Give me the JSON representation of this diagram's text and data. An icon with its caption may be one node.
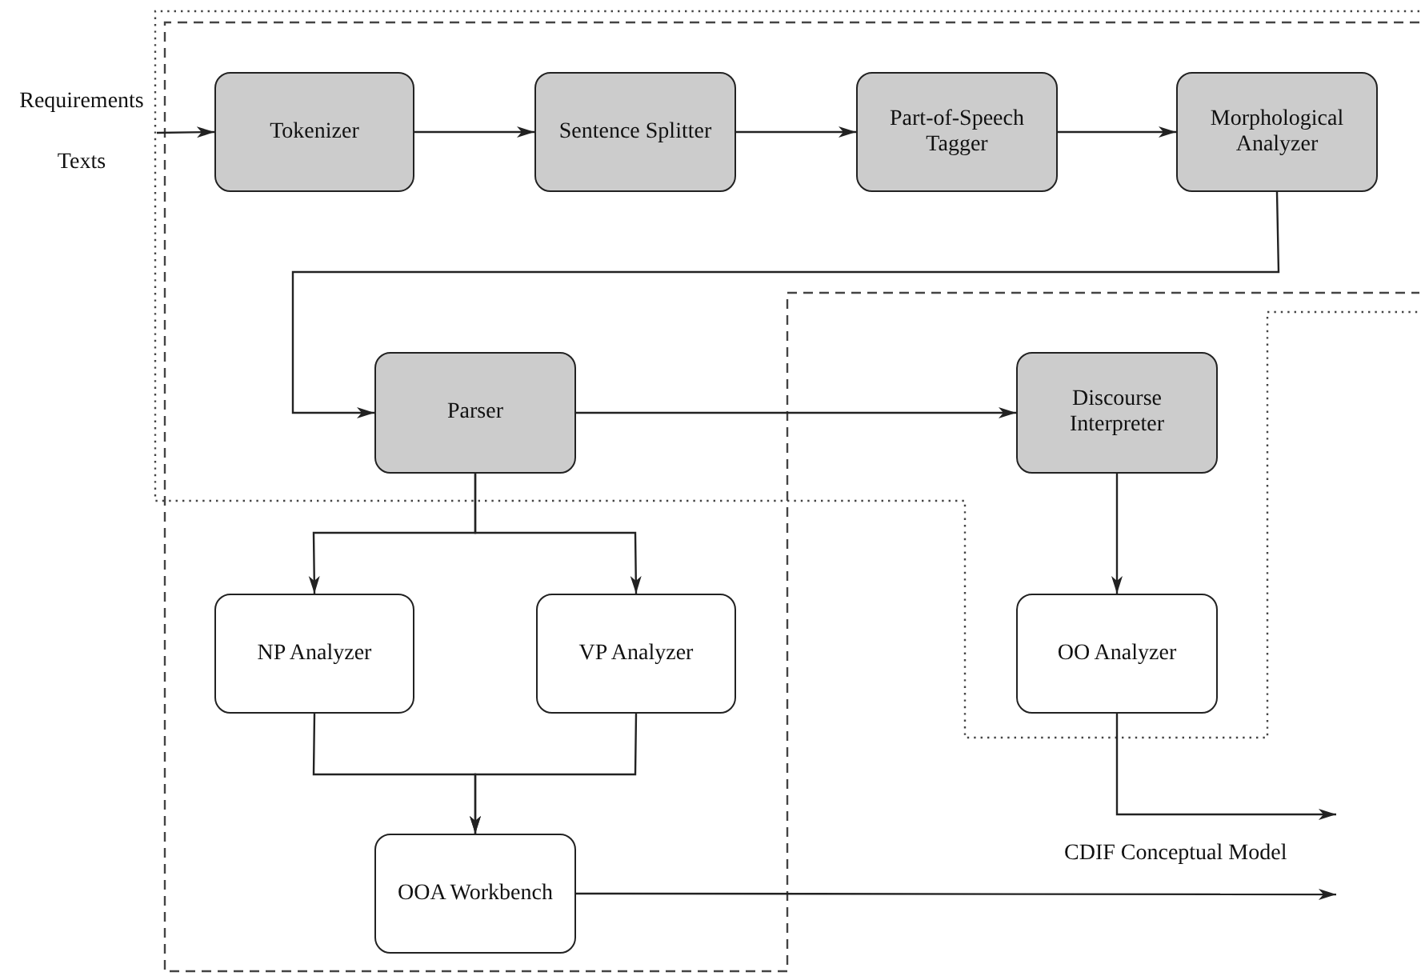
{
  "diagram": {
    "nodes": [
      {
        "text": [
          "Tokenizer"
        ]
      },
      {
        "text": [
          "Sentence Splitter"
        ]
      },
      {
        "text": [
          "Part-of-Speech Tagger"
        ]
      },
      {
        "text": [
          "Morphological Analyzer"
        ]
      },
      {
        "text": [
          "Parser"
        ]
      },
      {
        "text": [
          "Discourse Interpreter"
        ]
      },
      {
        "text": [
          "NP Analyzer"
        ]
      },
      {
        "text": [
          "VP Analyzer"
        ]
      },
      {
        "text": [
          "OO Analyzer"
        ]
      },
      {
        "text": [
          "OOA Workbench"
        ]
      },
      {
        "text": [
          "Requirements Texts"
        ]
      }
    ],
    "edges": [
      {
        "from": 10,
        "to": 0,
        "arrow": "to"
      },
      {
        "from": 0,
        "to": 1,
        "arrow": "to"
      },
      {
        "from": 1,
        "to": 2,
        "arrow": "to"
      },
      {
        "from": 2,
        "to": 3,
        "arrow": "to"
      },
      {
        "from": 3,
        "to": 4,
        "arrow": "to"
      },
      {
        "from": 4,
        "to": 5,
        "arrow": "to"
      },
      {
        "from": 4,
        "to": 6,
        "arrow": "to"
      },
      {
        "from": 4,
        "to": 7,
        "arrow": "to"
      },
      {
        "from": 6,
        "to": 9,
        "arrow": "to"
      },
      {
        "from": 7,
        "to": 9,
        "arrow": "to"
      },
      {
        "from": 5,
        "to": 8,
        "arrow": "to"
      },
      {
        "from": 8,
        "to": null,
        "arrow": "to"
      },
      {
        "from": 9,
        "to": null,
        "arrow": "to"
      }
    ],
    "labels": [
      "CDIF Conceptual Model"
    ]
  }
}
